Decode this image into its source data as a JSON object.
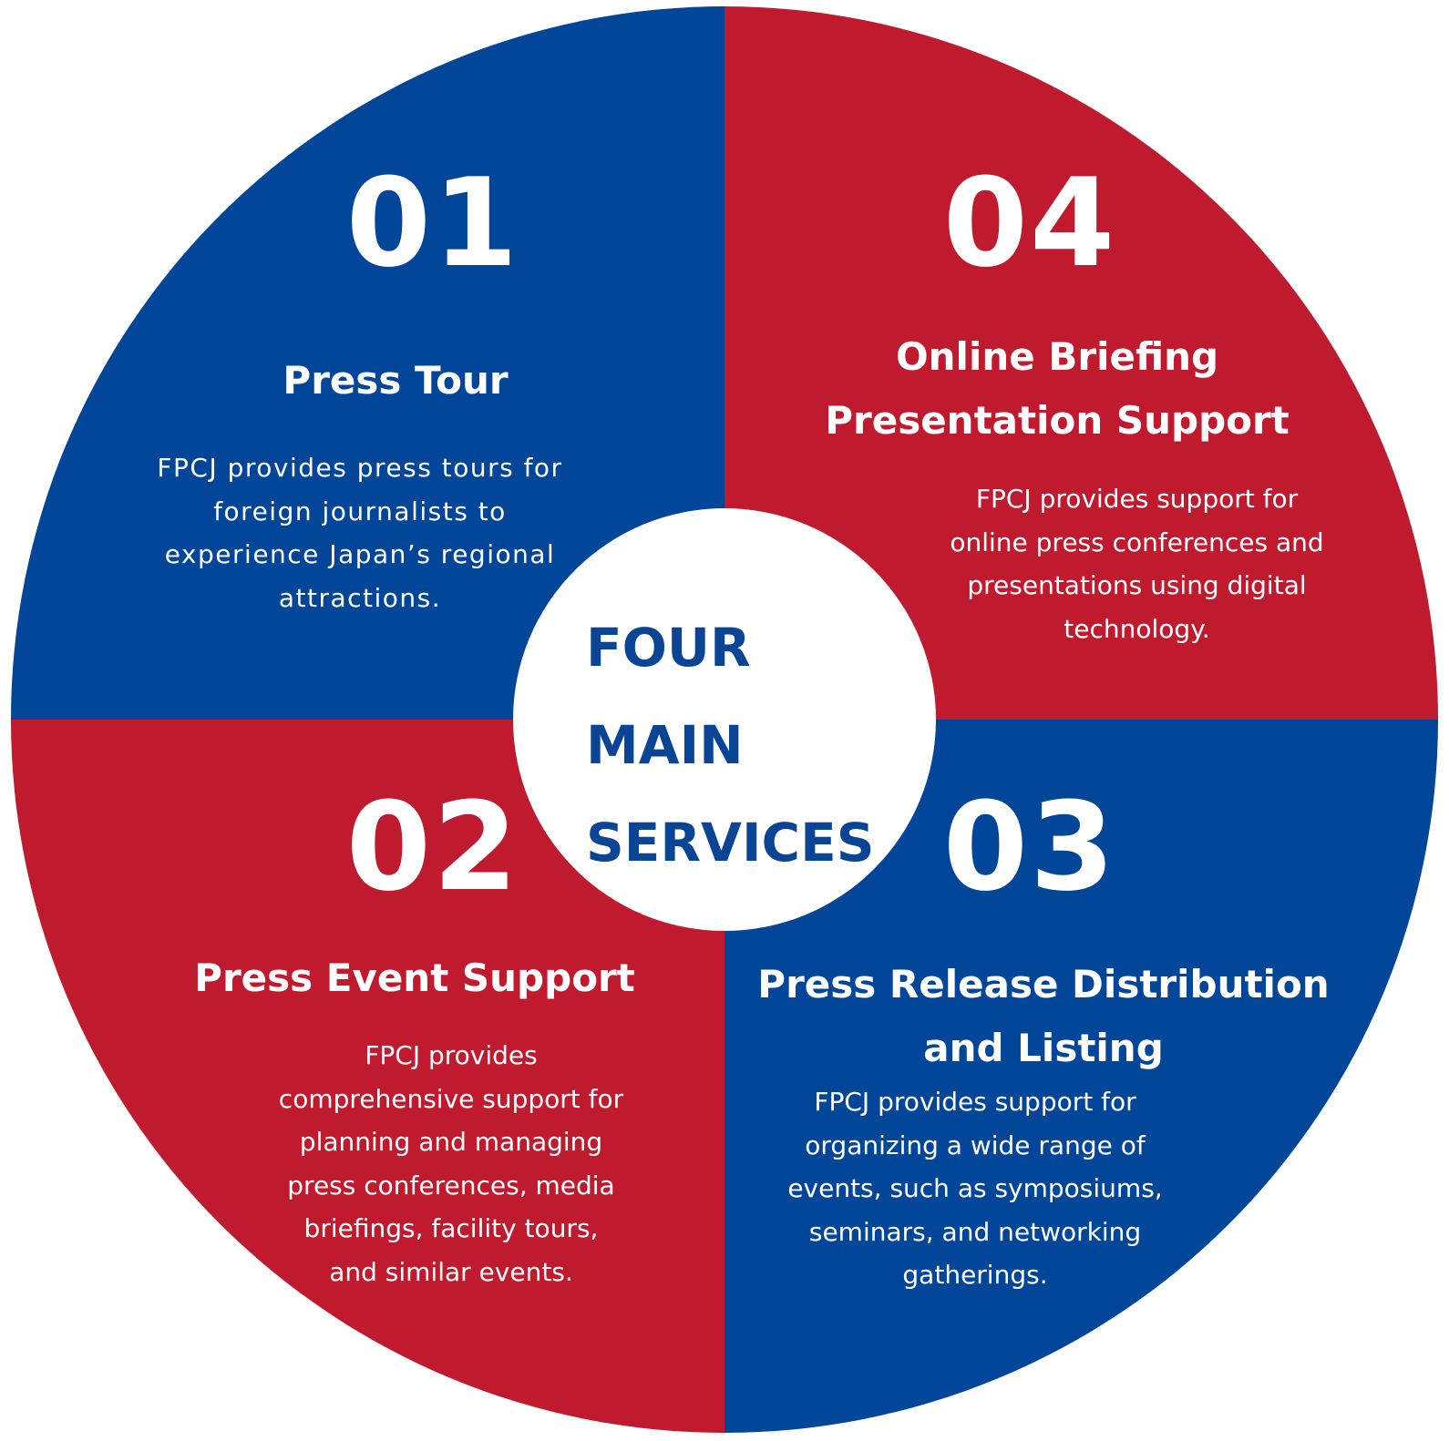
{
  "colors": {
    "blue": "#02469a",
    "red": "#c01a2f",
    "center_fill": "#ffffff",
    "center_text": "#0a4595",
    "text": "#ffffff"
  },
  "center": {
    "line1": "FOUR",
    "line2": "MAIN",
    "line3": "SERVICES"
  },
  "services": {
    "s01": {
      "number": "01",
      "title": "Press Tour",
      "description_lines": [
        "FPCJ provides press tours for",
        "foreign journalists to",
        "experience Japan’s regional",
        "attractions."
      ]
    },
    "s04": {
      "number": "04",
      "title_lines": [
        "Online Briefing",
        "Presentation Support"
      ],
      "description_lines": [
        "FPCJ provides support for",
        "online press conferences and",
        "presentations using digital",
        "technology."
      ]
    },
    "s02": {
      "number": "02",
      "title": "Press Event Support",
      "description_lines": [
        "FPCJ provides",
        "comprehensive support for",
        "planning and managing",
        "press conferences, media",
        "briefings, facility tours,",
        "and similar events."
      ]
    },
    "s03": {
      "number": "03",
      "title_lines": [
        "Press Release Distribution",
        "and Listing"
      ],
      "description_lines": [
        "FPCJ provides support for",
        "organizing a wide range of",
        "events, such as symposiums,",
        "seminars, and networking",
        "gatherings."
      ]
    }
  }
}
